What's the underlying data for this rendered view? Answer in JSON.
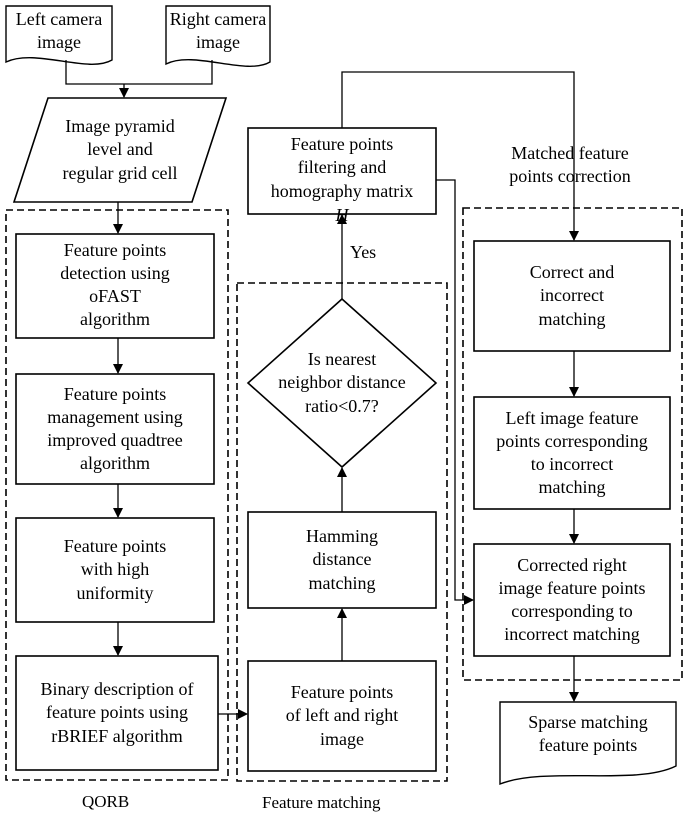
{
  "nodes": {
    "left_camera": "Left camera\nimage",
    "right_camera": "Right camera\nimage",
    "pyramid": "Image pyramid\nlevel and\nregular grid cell",
    "ofast": "Feature points\ndetection using\noFAST\nalgorithm",
    "quadtree": "Feature points\nmanagement using\nimproved quadtree\nalgorithm",
    "uniformity": "Feature points\nwith high\nuniformity",
    "rbrief": "Binary description of\nfeature points using\nrBRIEF algorithm",
    "lr_points": "Feature points\nof left and right\nimage",
    "hamming": "Hamming\ndistance\nmatching",
    "decision": "Is nearest\nneighbor distance\nratio<0.7?",
    "filtering": "Feature points\nfiltering and\nhomography matrix",
    "filtering_symbol": "H",
    "correct": "Correct and\nincorrect\nmatching",
    "left_incorrect": "Left image feature\npoints corresponding\nto incorrect\nmatching",
    "corrected_right": "Corrected right\nimage feature points\ncorresponding to\nincorrect matching",
    "sparse": "Sparse matching\nfeature points"
  },
  "edge_labels": {
    "yes": "Yes"
  },
  "groups": {
    "qorb": "QORB",
    "feature_matching": "Feature matching",
    "correction": "Matched feature\npoints correction"
  }
}
